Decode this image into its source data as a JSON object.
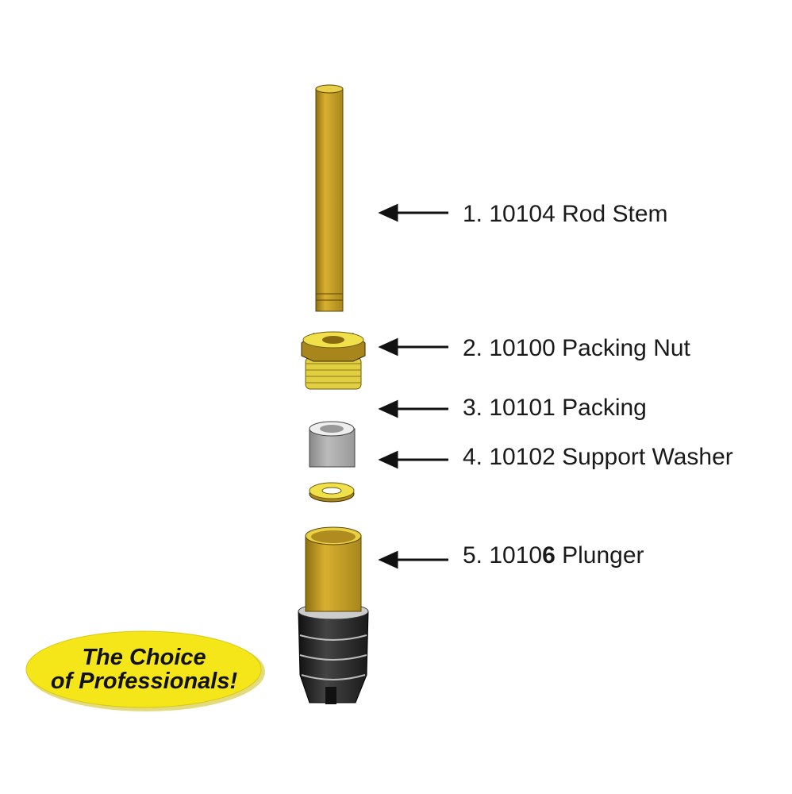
{
  "parts": [
    {
      "prefix": "1. 10104",
      "bold": "",
      "name": "Rod Stem"
    },
    {
      "prefix": "2. 10100",
      "bold": "",
      "name": "Packing Nut"
    },
    {
      "prefix": "3. 10101",
      "bold": "",
      "name": "Packing"
    },
    {
      "prefix": "4. 10102",
      "bold": "",
      "name": "Support Washer"
    },
    {
      "prefix": "5. 1010",
      "bold": "6",
      "name": "Plunger"
    }
  ],
  "badge": {
    "line1": "The Choice",
    "line2": "of Professionals!"
  },
  "colors": {
    "brass": "#c9a227",
    "brass_light": "#f0e04a",
    "rubber": "#2a2a2a",
    "badge": "#f5e61a",
    "gray": "#a8a8a8"
  }
}
